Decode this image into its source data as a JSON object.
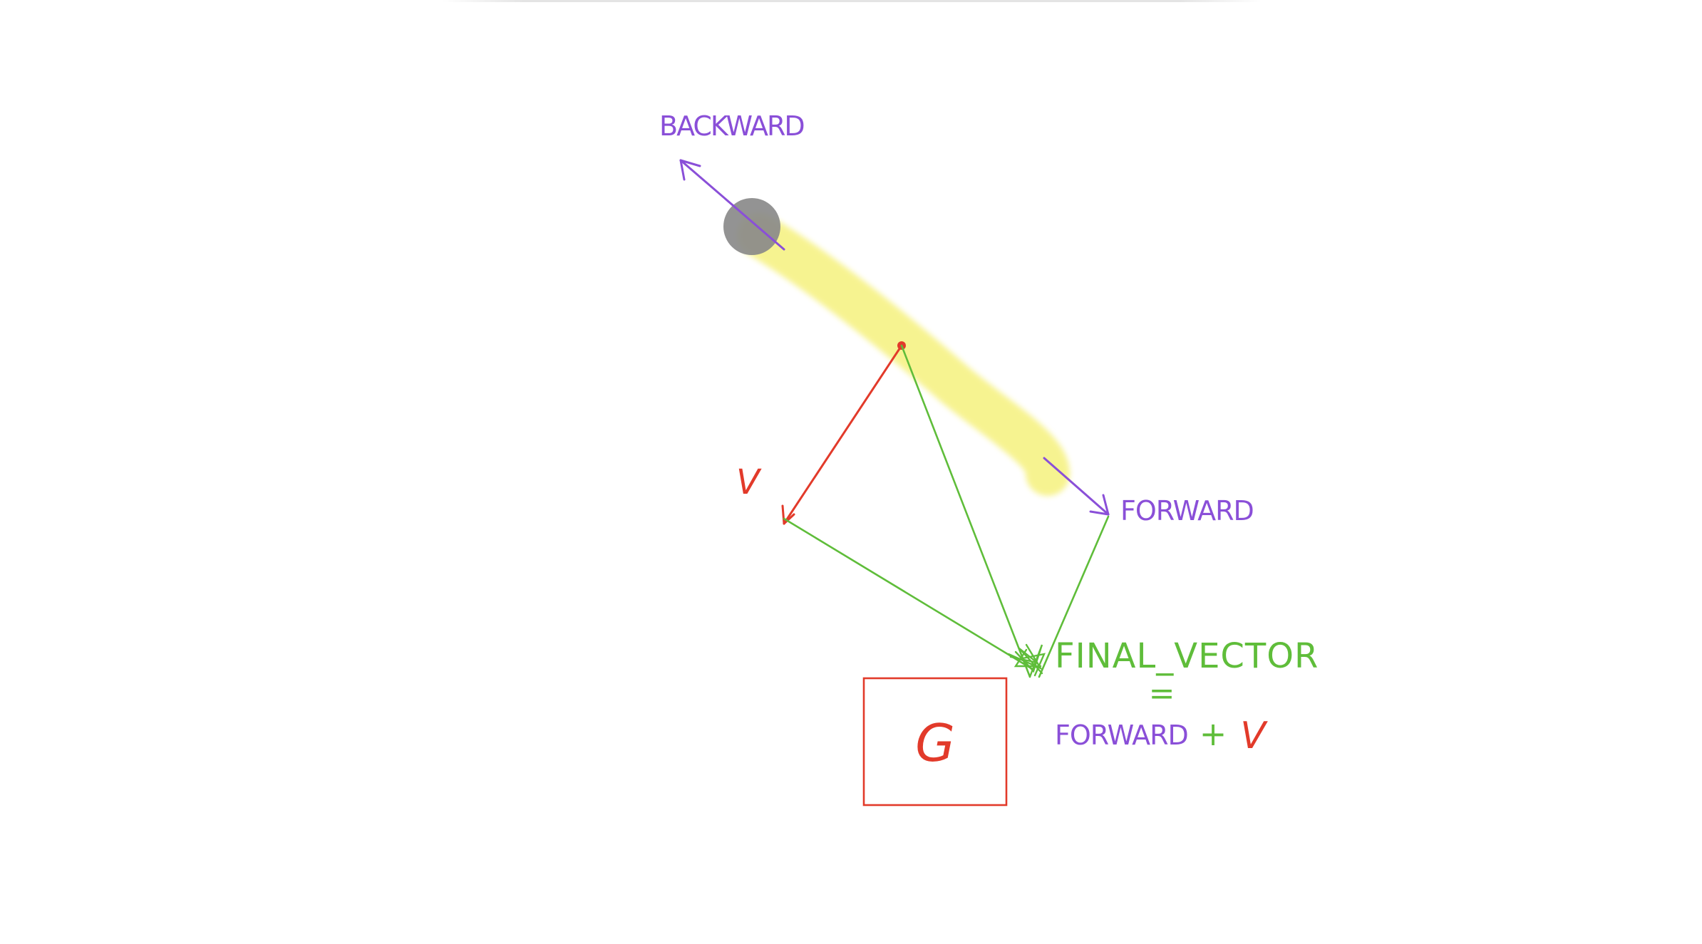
{
  "labels": {
    "backward": "BACKWARD",
    "forward": "FORWARD",
    "v": "V",
    "final_vector": "FINAL_VECTOR",
    "equals": "=",
    "sum_forward": "FORWARD",
    "plus": "+",
    "sum_v": "V",
    "box_letter": "G"
  },
  "colors": {
    "purple": "#8a4fd8",
    "green": "#5fbd3a",
    "red": "#e23a2a",
    "yellow": "#f6f284",
    "grey": "#8a8a8a",
    "background": "#ffffff"
  }
}
